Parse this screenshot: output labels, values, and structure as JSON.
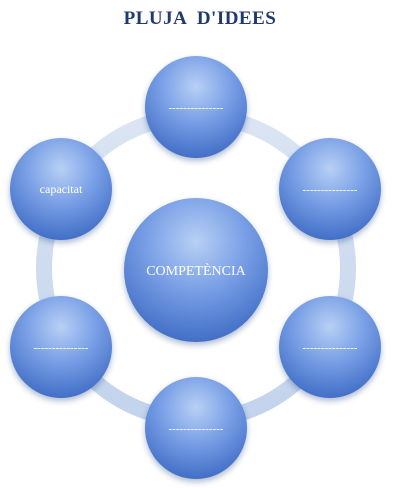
{
  "title": "PLUJA  D'IDEES",
  "colors": {
    "title": "#1f3a6e",
    "node_light": "#a9c4f1",
    "node_mid": "#6f98e3",
    "node_dark": "#3f6fc8",
    "ring": "#d3dff0"
  },
  "center": {
    "label": "COMPETÈNCIA"
  },
  "nodes": [
    {
      "id": "top",
      "label": "---------------"
    },
    {
      "id": "upper-right",
      "label": "---------------"
    },
    {
      "id": "lower-right",
      "label": "---------------"
    },
    {
      "id": "bottom",
      "label": "---------------"
    },
    {
      "id": "lower-left",
      "label": "---------------"
    },
    {
      "id": "upper-left",
      "label": "capacitat"
    }
  ]
}
